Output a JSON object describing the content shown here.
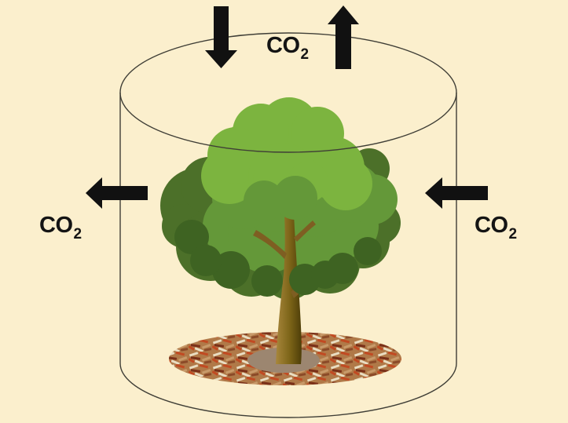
{
  "labels": {
    "top": {
      "main": "CO",
      "sub": "2"
    },
    "left": {
      "main": "CO",
      "sub": "2"
    },
    "right": {
      "main": "CO",
      "sub": "2"
    }
  },
  "arrows": {
    "top_in": "arrow-down-icon",
    "top_out": "arrow-up-icon",
    "left_out": "arrow-left-icon",
    "right_in": "arrow-left-icon"
  },
  "colors": {
    "background": "#FBEFCD",
    "arrow": "#111111",
    "label_text": "#141414",
    "cylinder_stroke": "#3F3E36",
    "foliage_bright": "#7CB43F",
    "foliage_mid": "#649839",
    "foliage_dark": "#4C7029",
    "foliage_fringe": "#3E6322",
    "trunk_light": "#A8873C",
    "trunk_mid": "#7C6418",
    "trunk_dark": "#4E3E08",
    "branch": "#7E5E22",
    "mulch_base": "#B07948",
    "chip_cream": "#E9DDC2",
    "chip_rust": "#C14A22",
    "chip_brown": "#8B4A28",
    "chip_tan": "#C89A6A",
    "chip_maroon": "#7A3018",
    "soil": "#9C8670"
  }
}
